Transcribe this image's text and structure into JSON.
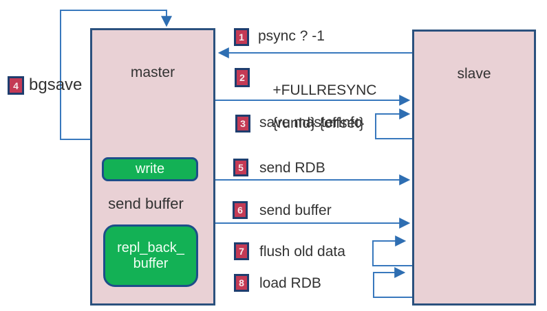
{
  "colors": {
    "line": "#3878bd",
    "box_fill": "#e9d1d5",
    "box_border": "#2b517e",
    "badge_fill": "#c43a55",
    "badge_border": "#1e3d6e",
    "green_fill": "#13b155",
    "green_border": "#1d4e89",
    "text": "#323232"
  },
  "nodes": {
    "master": {
      "label": "master"
    },
    "slave": {
      "label": "slave"
    },
    "write": {
      "label": "write"
    },
    "repl_back_buffer": {
      "label_line1": "repl_back_",
      "label_line2": "buffer"
    },
    "send_buffer_edge": {
      "label": "send buffer"
    }
  },
  "steps": [
    {
      "num": "1",
      "label": "psync ? -1",
      "from": "slave",
      "to": "master"
    },
    {
      "num": "2",
      "label_line1": "+FULLRESYNC",
      "label_line2": "{runId} {offset}",
      "from": "master",
      "to": "slave"
    },
    {
      "num": "3",
      "label": "save masterInfo",
      "from": "slave",
      "to": "slave"
    },
    {
      "num": "4",
      "label": "bgsave",
      "from": "master",
      "to": "master"
    },
    {
      "num": "5",
      "label": "send RDB",
      "from": "master",
      "to": "slave"
    },
    {
      "num": "6",
      "label": "send buffer",
      "from": "master",
      "to": "slave"
    },
    {
      "num": "7",
      "label": "flush old data",
      "from": "slave",
      "to": "slave"
    },
    {
      "num": "8",
      "label": "load RDB",
      "from": "slave",
      "to": "slave"
    }
  ]
}
